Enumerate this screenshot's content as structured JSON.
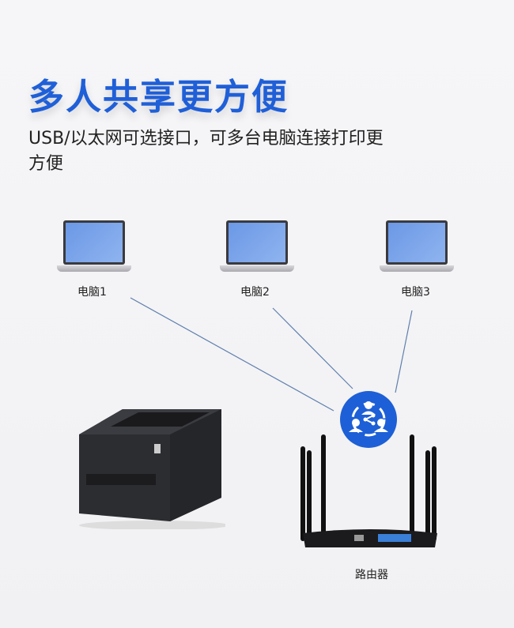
{
  "header": {
    "title": "多人共享更方便",
    "subtitle": "USB/以太网可选接口，可多台电脑连接打印更方便"
  },
  "diagram": {
    "computers": [
      {
        "label": "电脑1"
      },
      {
        "label": "电脑2"
      },
      {
        "label": "电脑3"
      }
    ],
    "router_label": "路由器",
    "hub_icon": "share-network-icon",
    "colors": {
      "accent": "#1d5fd6",
      "line": "#5f7fae"
    }
  }
}
